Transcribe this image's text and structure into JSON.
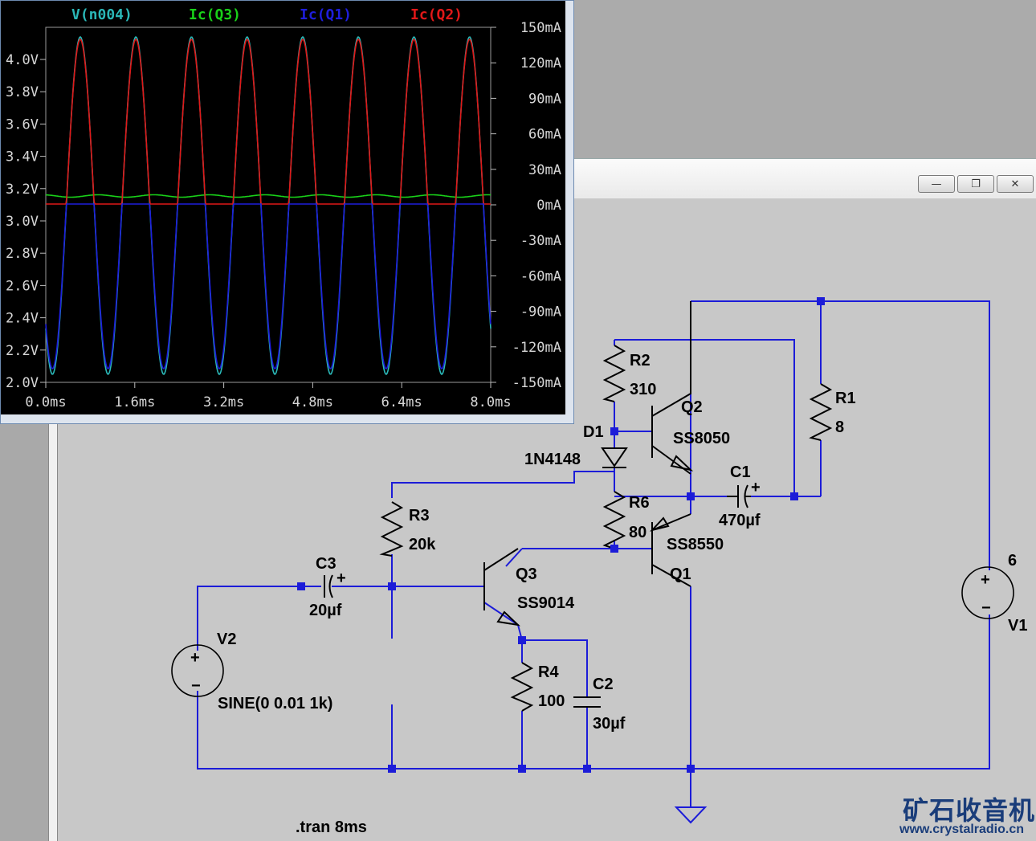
{
  "plot": {
    "traces": [
      {
        "name": "V(n004)",
        "color": "#2ab7b7"
      },
      {
        "name": "Ic(Q3)",
        "color": "#19d019"
      },
      {
        "name": "Ic(Q1)",
        "color": "#1e1edc"
      },
      {
        "name": "Ic(Q2)",
        "color": "#e01818"
      }
    ],
    "left_ticks": [
      "4.0V",
      "3.8V",
      "3.6V",
      "3.4V",
      "3.2V",
      "3.0V",
      "2.8V",
      "2.6V",
      "2.4V",
      "2.2V",
      "2.0V"
    ],
    "right_ticks": [
      "150mA",
      "120mA",
      "90mA",
      "60mA",
      "30mA",
      "0mA",
      "-30mA",
      "-60mA",
      "-90mA",
      "-120mA",
      "-150mA"
    ],
    "x_ticks": [
      "0.0ms",
      "1.6ms",
      "3.2ms",
      "4.8ms",
      "6.4ms",
      "8.0ms"
    ]
  },
  "schematic": {
    "window_buttons": {
      "minimize": "—",
      "restore": "❐",
      "close": "✕"
    },
    "labels": {
      "r2_name": "R2",
      "r2_val": "310",
      "q2_name": "Q2",
      "q2_model": "SS8050",
      "r1_name": "R1",
      "r1_val": "8",
      "d1_name": "D1",
      "d1_model": "1N4148",
      "c1_name": "C1",
      "c1_val": "470µf",
      "r6_name": "R6",
      "r6_val": "80",
      "q1_model": "SS8550",
      "q1_name": "Q1",
      "r3_name": "R3",
      "r3_val": "20k",
      "c3_name": "C3",
      "c3_val": "20µf",
      "q3_name": "Q3",
      "q3_model": "SS9014",
      "v2_name": "V2",
      "v2_spec": "SINE(0 0.01 1k)",
      "r4_name": "R4",
      "r4_val": "100",
      "c2_name": "C2",
      "c2_val": "30µf",
      "v1_val": "6",
      "v1_name": "V1",
      "directive": ".tran 8ms",
      "plus": "+",
      "minus": "−"
    }
  },
  "watermark": {
    "cn": "矿石收音机",
    "url": "www.crystalradio.cn"
  }
}
